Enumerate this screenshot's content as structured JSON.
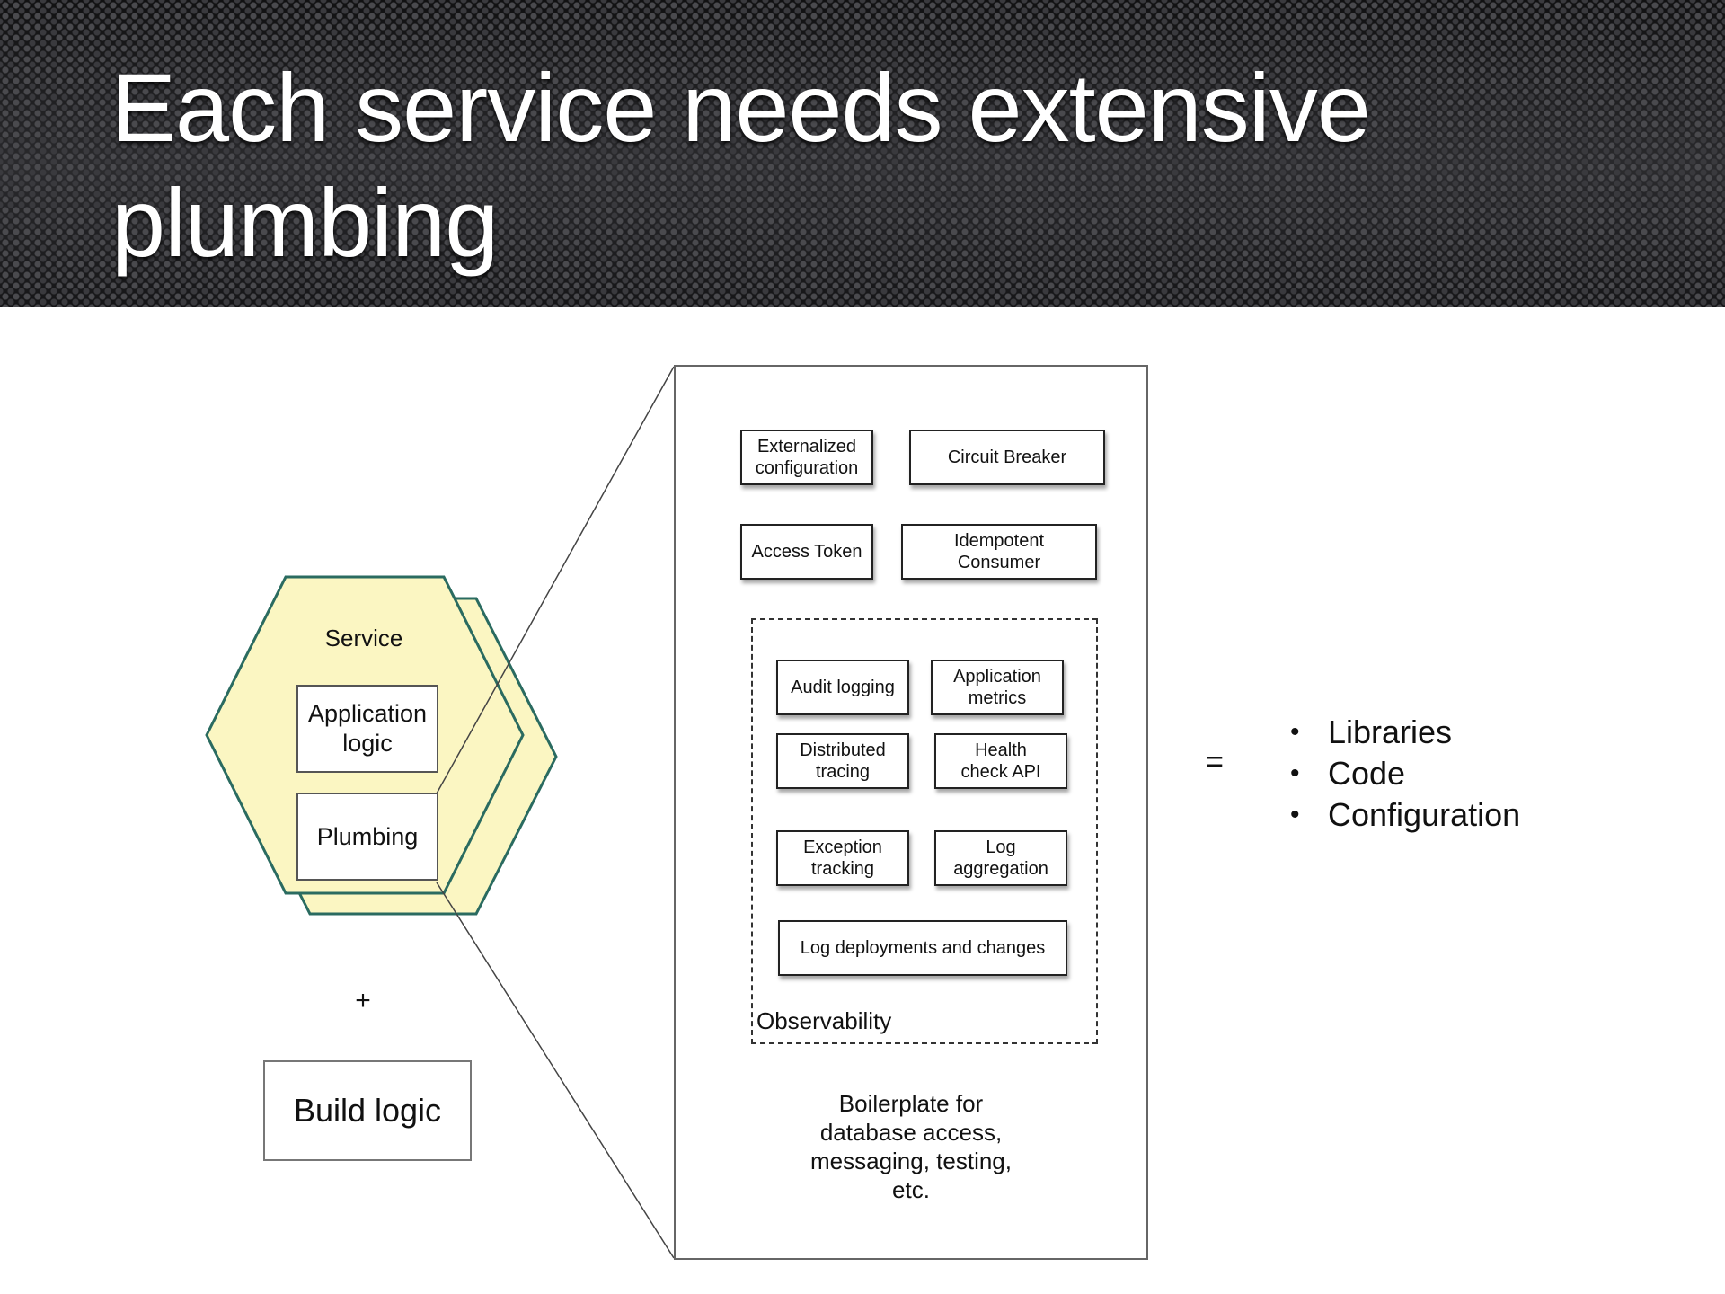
{
  "slide": {
    "title": "Each service needs extensive plumbing"
  },
  "hexagon": {
    "service_label": "Service",
    "app_logic_label": "Application logic",
    "plumbing_label": "Plumbing",
    "fill_color": "#fbf6c2",
    "stroke_color": "#2a6b60"
  },
  "plus_sign": "+",
  "build_logic_label": "Build logic",
  "plumbing_panel": {
    "boxes": {
      "externalized_config": "Externalized configuration",
      "circuit_breaker": "Circuit Breaker",
      "access_token": "Access Token",
      "idempotent_consumer": "Idempotent Consumer"
    },
    "observability": {
      "label": "Observability",
      "audit_logging": "Audit logging",
      "app_metrics": "Application metrics",
      "distributed_tracing": "Distributed tracing",
      "health_check": "Health check API",
      "exception_tracking": "Exception tracking",
      "log_aggregation": "Log aggregation",
      "log_deployments": "Log deployments and changes"
    },
    "boilerplate_text": "Boilerplate for database access, messaging, testing, etc."
  },
  "equals_sign": "=",
  "result_list": [
    "Libraries",
    "Code",
    "Configuration"
  ]
}
